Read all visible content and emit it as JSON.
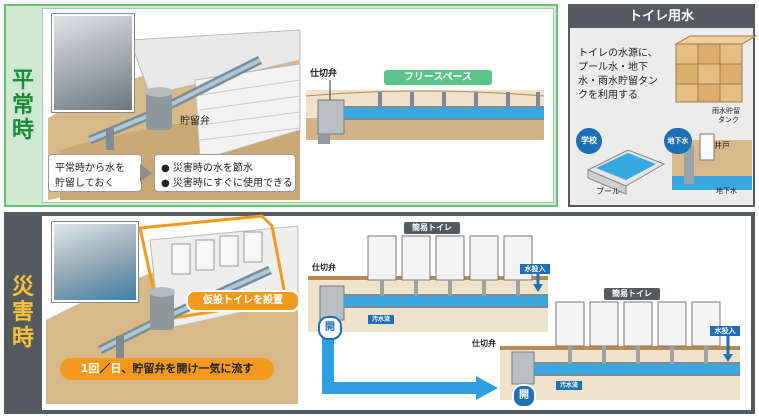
{
  "normal": {
    "label": [
      "平",
      "常",
      "時"
    ],
    "valve_label": "貯留弁",
    "caption_left": [
      "平常時から水を",
      "貯留しておく"
    ],
    "bullets": [
      "災害時の水を節水",
      "災害時にすぐに使用できる"
    ],
    "partition_valve": "仕切弁",
    "free_space": "フリースペース"
  },
  "toilet_water": {
    "title": "トイレ用水",
    "text": [
      "トイレの水源に、",
      "プール水・地下",
      "水・雨水貯留タン",
      "クを利用する"
    ],
    "tank_label": [
      "雨水貯留",
      "タンク"
    ],
    "school_badge": "学校",
    "pool_label": "プール",
    "ground_badge": "地下水",
    "well_label": "井戸",
    "groundwater_label": "地下水"
  },
  "disaster": {
    "label": [
      "災",
      "害",
      "時"
    ],
    "setup_label": "仮設トイレを設置",
    "instruction_parts": [
      "1回",
      "／",
      "日",
      "、貯留弁を開け一気に流す"
    ],
    "partition_valve_1": "仕切弁",
    "partition_valve_2": "仕切弁",
    "simple_toilet_1": "簡易トイレ",
    "simple_toilet_2": "簡易トイレ",
    "water_in_1": "水投入",
    "water_in_2": "水投入",
    "open_1": "開",
    "open_2": "開",
    "flow_1": "汚水流",
    "flow_2": "汚水流"
  },
  "colors": {
    "green_frame": "#6fbf7a",
    "green_label": "#1a8a3a",
    "gray_frame": "#555a5e",
    "orange": "#f39a1e",
    "pipe_blue": "#3aa8e0",
    "arrow_blue": "#2e9fe3"
  }
}
